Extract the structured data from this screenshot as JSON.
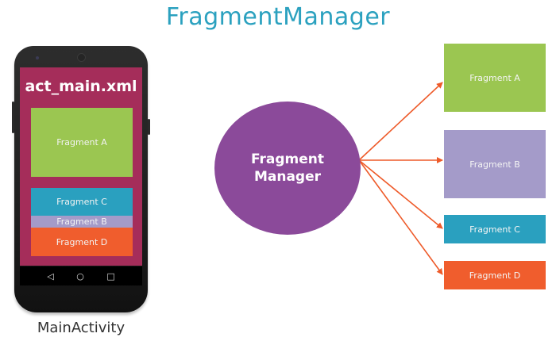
{
  "title": "FragmentManager",
  "phone": {
    "layout_label": "act_main.xml",
    "fragments": [
      {
        "label": "Fragment A",
        "color": "#9bc651"
      },
      {
        "label": "Fragment C",
        "color": "#2aa0bf"
      },
      {
        "label": "Fragment B",
        "color": "#a49bc9"
      },
      {
        "label": "Fragment D",
        "color": "#f05d2d"
      }
    ],
    "nav_icons": [
      "back-icon",
      "home-icon",
      "recents-icon"
    ],
    "caption": "MainActivity",
    "screen_color": "#a52d5a"
  },
  "manager": {
    "line1": "Fragment",
    "line2": "Manager",
    "color": "#8b4a9a"
  },
  "targets": [
    {
      "label": "Fragment A",
      "color": "#9bc651"
    },
    {
      "label": "Fragment B",
      "color": "#a49bc9"
    },
    {
      "label": "Fragment C",
      "color": "#2aa0bf"
    },
    {
      "label": "Fragment D",
      "color": "#f05d2d"
    }
  ],
  "arrow_color": "#ee5a29"
}
